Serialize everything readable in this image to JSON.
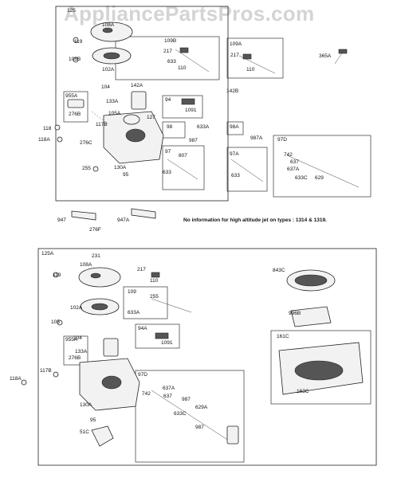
{
  "watermark": "AppliancePartsPros.com",
  "note": "No information for high altitude jet on types : 1314 & 1319.",
  "labels": [
    "125",
    "108A",
    "109B",
    "109A",
    "365A",
    "119",
    "105B",
    "217",
    "633",
    "110",
    "217",
    "110",
    "102A",
    "142A",
    "104",
    "142B",
    "955A",
    "133A",
    "94",
    "1091",
    "127",
    "276B",
    "105A",
    "117B",
    "98",
    "633A",
    "987",
    "98A",
    "987A",
    "118",
    "118A",
    "276C",
    "97",
    "807",
    "97A",
    "97D",
    "742",
    "637",
    "637A",
    "633C",
    "629",
    "255",
    "130A",
    "633",
    "95",
    "633",
    "947",
    "947A",
    "276F",
    "125A",
    "231",
    "108A",
    "217",
    "110",
    "843C",
    "119",
    "109",
    "255",
    "102A",
    "633A",
    "105",
    "996B",
    "955A",
    "94A",
    "104",
    "276B",
    "133A",
    "1091",
    "161C",
    "118A",
    "117B",
    "97D",
    "742",
    "637A",
    "163C",
    "637",
    "987",
    "629A",
    "130A",
    "633C",
    "95",
    "987",
    "51C"
  ]
}
